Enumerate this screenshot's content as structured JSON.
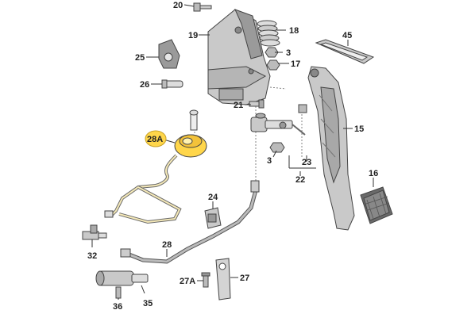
{
  "labels": {
    "p20": "20",
    "p19": "19",
    "p18": "18",
    "p25": "25",
    "p3a": "3",
    "p17": "17",
    "p45": "45",
    "p26": "26",
    "p21": "21",
    "p28a": "28A",
    "p15": "15",
    "p3b": "3",
    "p23": "23",
    "p22": "22",
    "p16": "16",
    "p24": "24",
    "p28": "28",
    "p32": "32",
    "p27a": "27A",
    "p27": "27",
    "p36": "36",
    "p35": "35"
  },
  "colors": {
    "part_fill": "#c9c9c9",
    "part_dark": "#9a9a9a",
    "highlight": "#ffd64a",
    "pipe_fill": "#f5e9b8"
  }
}
